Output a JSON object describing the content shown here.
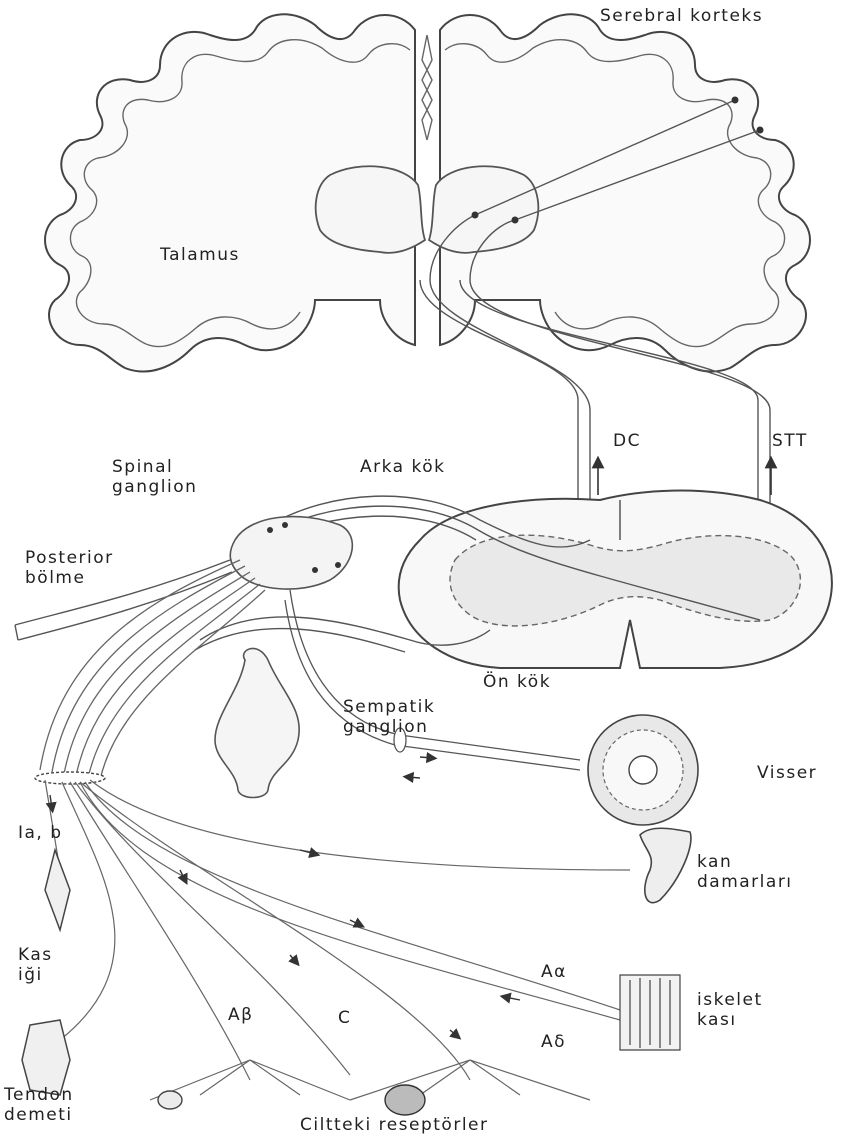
{
  "diagram": {
    "labels": {
      "cerebral_cortex": "Serebral korteks",
      "thalamus": "Talamus",
      "dc": "DC",
      "stt": "STT",
      "spinal_ganglion": "Spinal\nganglion",
      "dorsal_root": "Arka kök",
      "posterior_division": "Posterior\nbölme",
      "ventral_root": "Ön kök",
      "sympathetic_ganglion": "Sempatik\nganglion",
      "viscera": "Visser",
      "fiber_ia_b": "Ia, b",
      "blood_vessels": "kan\ndamarları",
      "muscle_spindle": "Kas\niği",
      "fiber_a_alpha": "Aα",
      "skeletal_muscle": "iskelet\nkası",
      "fiber_a_beta": "Aβ",
      "fiber_c": "C",
      "fiber_a_delta": "Aδ",
      "tendon_organ": "Tendon\ndemeti",
      "skin_receptors": "Ciltteki reseptörler"
    }
  }
}
